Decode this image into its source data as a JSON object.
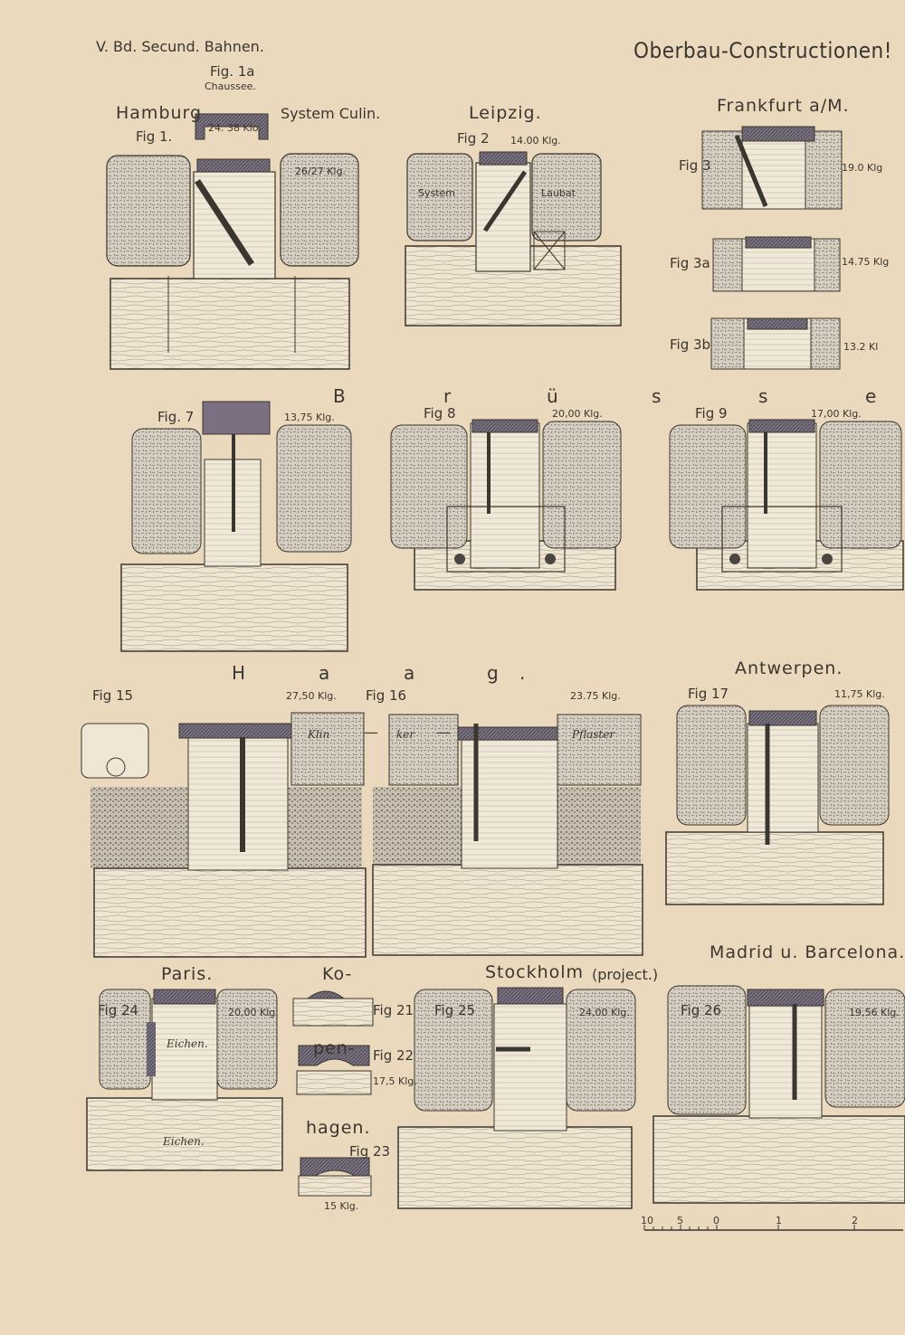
{
  "header": {
    "left": "V. Bd. Secund. Bahnen.",
    "right": "Oberbau-Constructionen!"
  },
  "cities": {
    "hamburg": "Hamburg",
    "system_culin": "System Culin.",
    "chaussee": "Chaussee.",
    "leipzig": "Leipzig.",
    "frankfurt": "Frankfurt a/M.",
    "antwerpen": "Antwerpen.",
    "madrid": "Madrid u. Barcelona.",
    "paris": "Paris.",
    "ko": "Ko-",
    "pen": "pen-",
    "hagen": "hagen.",
    "stockholm": "Stockholm",
    "project": "(project.)",
    "bruessel": [
      "B",
      "r",
      "ü",
      "s",
      "s",
      "e"
    ],
    "haag": [
      "H",
      "a",
      "a",
      "g",
      "."
    ]
  },
  "figures": {
    "fig1a": "Fig. 1a",
    "fig1": "Fig 1.",
    "fig2": "Fig 2",
    "fig3": "Fig 3",
    "fig3a": "Fig 3a",
    "fig3b": "Fig 3b",
    "fig7": "Fig. 7",
    "fig8": "Fig 8",
    "fig9": "Fig 9",
    "fig15": "Fig 15",
    "fig16": "Fig 16",
    "fig17": "Fig 17",
    "fig21": "Fig 21",
    "fig22": "Fig 22",
    "fig23": "Fig 23",
    "fig24": "Fig 24",
    "fig25": "Fig 25",
    "fig26": "Fig 26"
  },
  "weights": {
    "w1a": "24. 38 Klo.",
    "w1": "26/27 Klg.",
    "w2": "14.00 Klg.",
    "w3": "19.0 Klg",
    "w3a": "14.75 Klg",
    "w3b": "13.2 Kl",
    "w7": "13,75 Klg.",
    "w8": "20,00 Klg.",
    "w9": "17,00 Klg.",
    "w15": "27,50 Klg.",
    "w16": "23.75 Klg.",
    "w17": "11,75 Klg.",
    "w22": "17,5 Klg.",
    "w23": "15 Klg.",
    "w24": "20,00 Klg.",
    "w25": "24,00 Klg.",
    "w26": "19,56 Klg."
  },
  "inscriptions": {
    "system": "System",
    "laubat": "Laubat",
    "klin": "Klin",
    "dash1": "—",
    "ker": "ker",
    "dash2": "—",
    "pflaster": "Pflaster",
    "eichen1": "Eichen.",
    "eichen2": "Eichen."
  },
  "scale": [
    "10",
    "5",
    "0",
    "1",
    "2"
  ],
  "colors": {
    "paper": "#ead9bd",
    "ink": "#3a3630",
    "stone": "#cfc7b8",
    "wood": "#efe6d3",
    "iron": "#6b6470"
  }
}
